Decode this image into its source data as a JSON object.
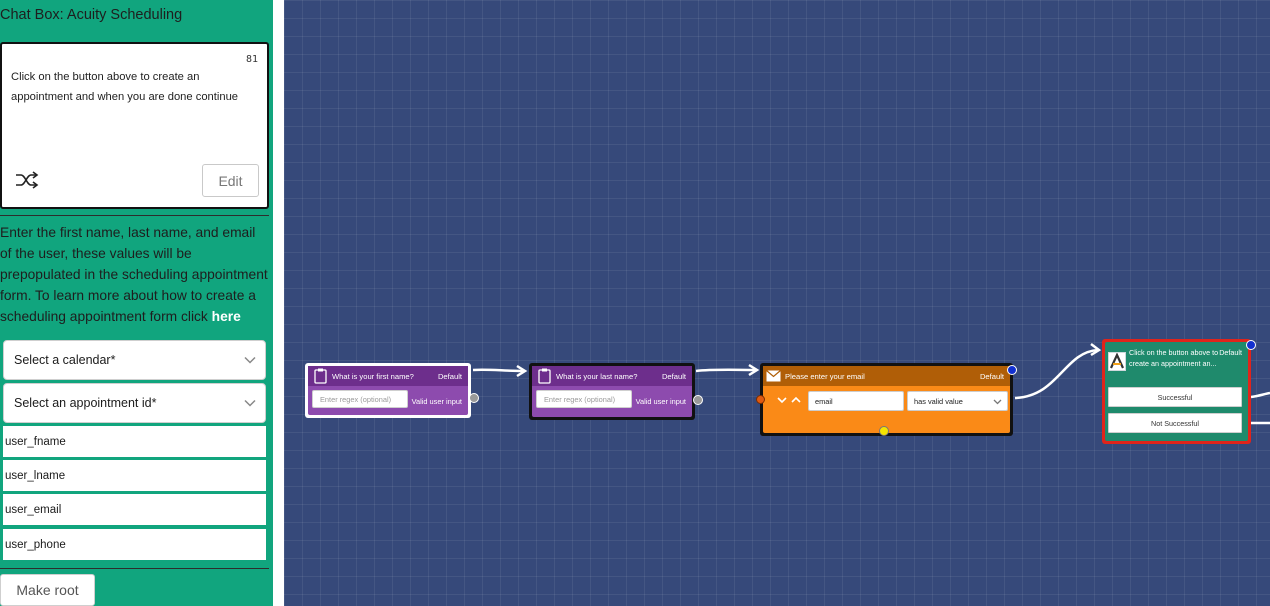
{
  "panel": {
    "title": "Chat Box: Acuity Scheduling",
    "char_count": "81",
    "message": "Click on the button above to create an appointment and when you are done continue",
    "edit_label": "Edit",
    "description": "Enter the first name, last name, and email of the user, these values will be prepopulated in the scheduling appointment form. To learn more about how to create a scheduling appointment form click",
    "description_link": "here",
    "calendar_select": "Select a calendar*",
    "appointment_select": "Select an appointment id*",
    "fields": [
      "user_fname",
      "user_lname",
      "user_email",
      "user_phone"
    ],
    "make_root_label": "Make root",
    "accent": "#11a57e"
  },
  "canvas": {
    "background": "#36497a",
    "nodes": {
      "first_name": {
        "question": "What is your first name?",
        "default": "Default",
        "regex_placeholder": "Enter regex (optional)",
        "valid_label": "Valid user input",
        "icon": "clipboard-icon"
      },
      "last_name": {
        "question": "What is your last name?",
        "default": "Default",
        "regex_placeholder": "Enter regex (optional)",
        "valid_label": "Valid user input",
        "icon": "clipboard-icon"
      },
      "email": {
        "question": "Please enter your email",
        "default": "Default",
        "variable": "email",
        "condition": "has valid value",
        "icon": "envelope-icon",
        "color": "#fa8a17"
      },
      "acuity": {
        "title": "Click on the button above to create an appointment an...",
        "default": "Default",
        "options": [
          "Successful",
          "Not Successful"
        ],
        "icon": "acuity-logo",
        "selected_border": "#e0241b"
      }
    }
  }
}
